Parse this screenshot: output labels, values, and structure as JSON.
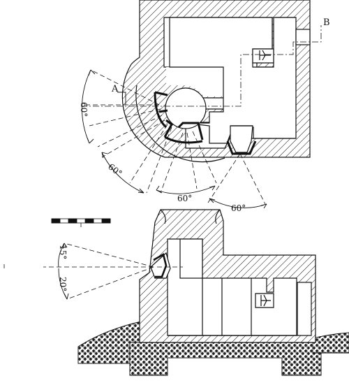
{
  "plan_view": {
    "section_label_a": "A",
    "section_label_b": "B",
    "angle_left_vertical": "60°",
    "angle_lower_left": "60°",
    "angle_bottom": "60°",
    "angle_bottom_right": "60°"
  },
  "section_view": {
    "angle_upper": "15°",
    "angle_lower": "20°"
  },
  "colors": {
    "line": "#111111",
    "hatch": "#111111",
    "background": "#ffffff"
  }
}
